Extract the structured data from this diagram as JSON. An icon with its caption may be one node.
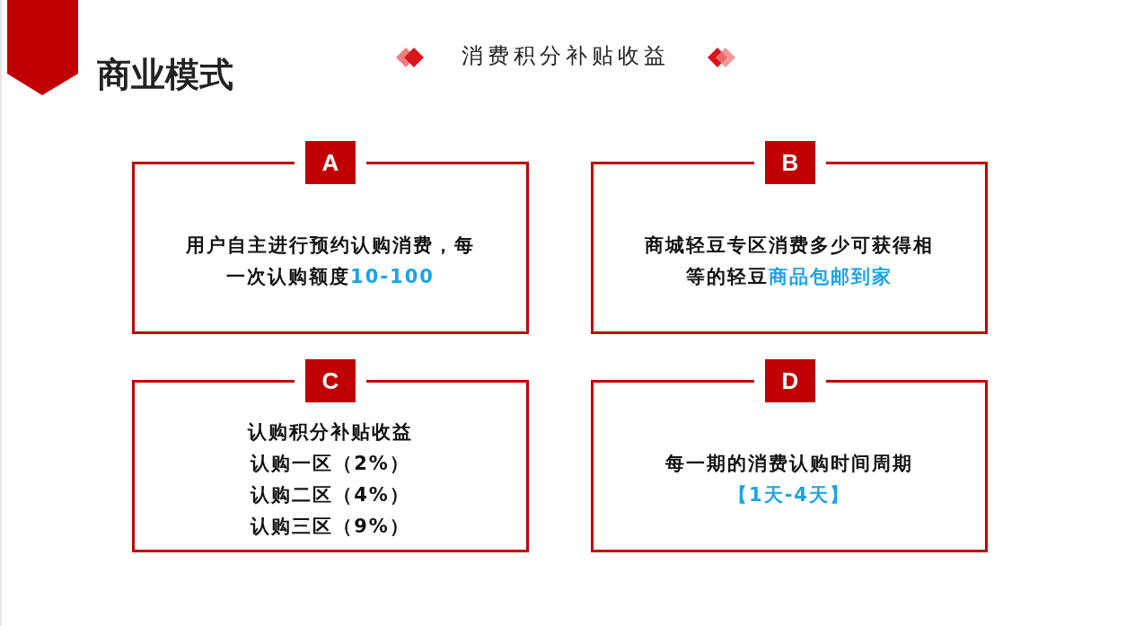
{
  "diagram": {
    "title": "商业模式",
    "nodes": [
      {
        "text": [
          "A"
        ]
      },
      {
        "text": [
          "用户自主进行预约认购消费，每一次认购额度",
          "10-100"
        ]
      },
      {
        "text": [
          "B"
        ]
      },
      {
        "text": [
          "商城轻豆专区消费多少可获得相等的轻豆",
          "商品包邮到家"
        ]
      },
      {
        "text": [
          "C"
        ]
      },
      {
        "text": [
          "认购积分补贴收益",
          "认购一区（2%）",
          "认购二区（4%）",
          "认购三区（9%）"
        ]
      },
      {
        "text": [
          "D"
        ]
      },
      {
        "text": [
          "每一期的消费认购时间周期",
          "【1天-4天】"
        ]
      }
    ],
    "labels": [
      "消费积分补贴收益"
    ]
  }
}
